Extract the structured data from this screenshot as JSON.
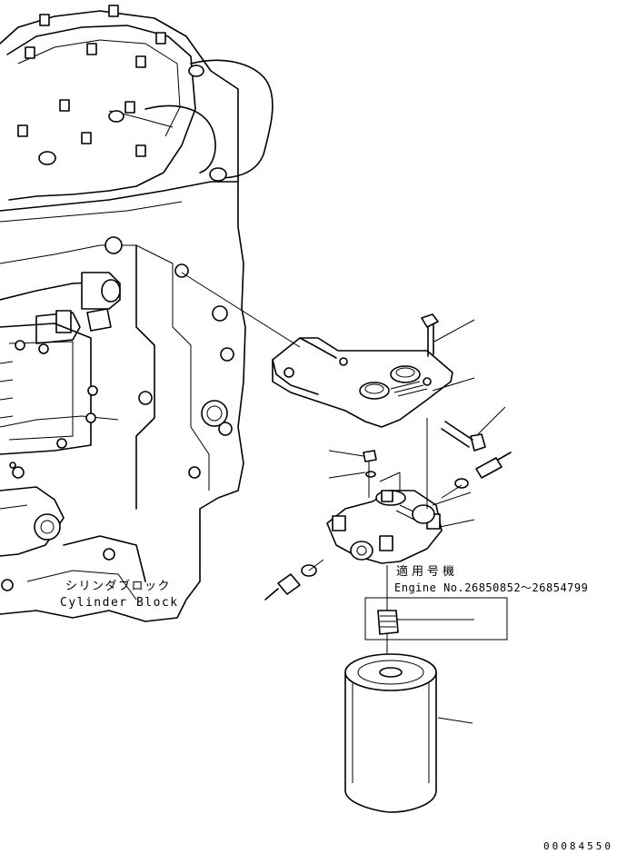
{
  "block_label": {
    "jp": "シリンダブロック",
    "en": "Cylinder Block"
  },
  "serial_note": {
    "jp": "適用号機",
    "en": "Engine No.26850852～26854799"
  },
  "drawing_number": "00084550",
  "colors": {
    "line": "#000000",
    "paper": "#ffffff"
  }
}
